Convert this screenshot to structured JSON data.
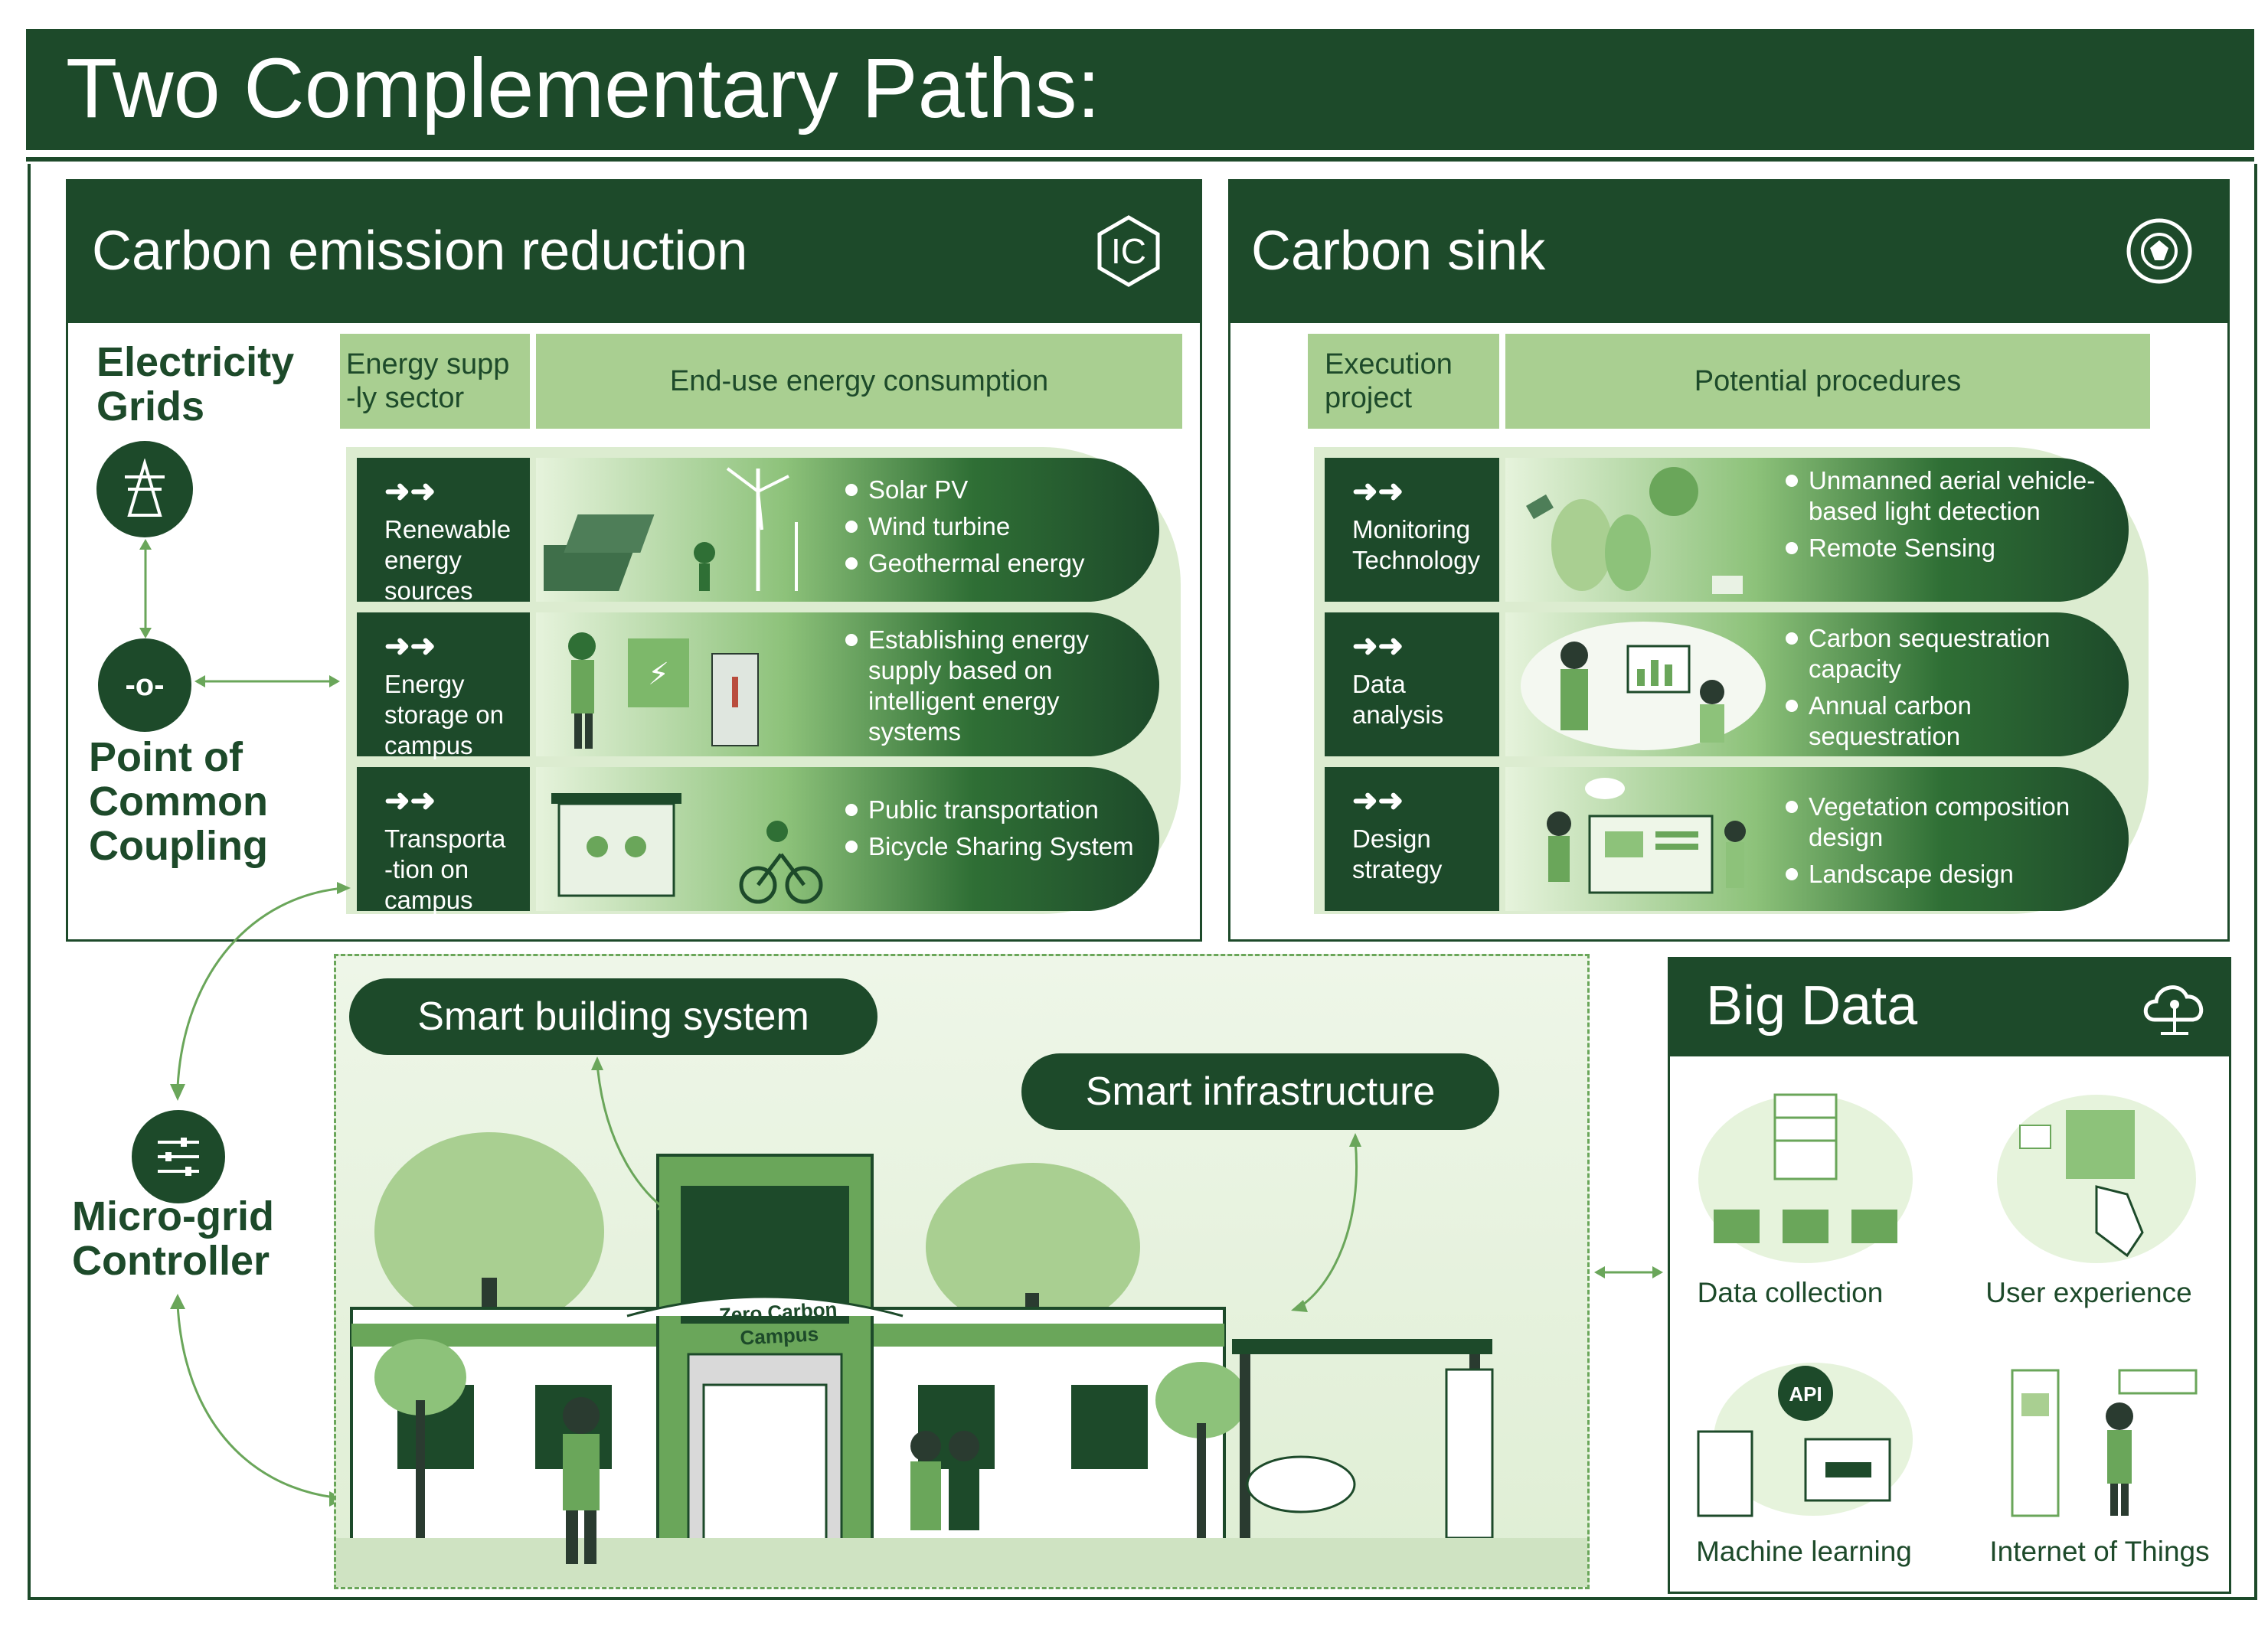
{
  "header": {
    "title": "Two Complementary Paths:"
  },
  "carbon_reduction": {
    "title": "Carbon emission reduction",
    "icon": "carbon-reduction-c-icon",
    "col_head_1": "Energy supp\n-ly sector",
    "col_head_2": "End-use energy consumption",
    "rows": [
      {
        "label": "Renewable energy sources",
        "bullets": [
          "Solar PV",
          "Wind turbine",
          "Geothermal energy"
        ]
      },
      {
        "label": "Energy storage on campus",
        "bullets": [
          "Establishing energy supply based on intelligent energy systems"
        ]
      },
      {
        "label": "Transporta -tion on campus",
        "bullets": [
          "Public transportation",
          "Bicycle Sharing System"
        ]
      }
    ]
  },
  "carbon_sink": {
    "title": "Carbon sink",
    "icon": "carbon-sink-globe-icon",
    "col_head_1": "Execution project",
    "col_head_2": "Potential procedures",
    "rows": [
      {
        "label": "Monitoring Technology",
        "bullets": [
          "Unmanned aerial vehicle-based light detection",
          "Remote Sensing"
        ]
      },
      {
        "label": "Data analysis",
        "bullets": [
          "Carbon sequestration capacity",
          "Annual carbon sequestration"
        ]
      },
      {
        "label": "Design strategy",
        "bullets": [
          "Vegetation composition design",
          "Landscape design"
        ]
      }
    ]
  },
  "left_column": {
    "electricity_grids": "Electricity Grids",
    "pcc": "Point of Common Coupling",
    "pcc_symbol": "-o-",
    "microgrid": "Micro-grid Controller"
  },
  "campus": {
    "smart_building": "Smart building system",
    "smart_infrastructure": "Smart infrastructure",
    "sign": "Zero Carbon Campus"
  },
  "big_data": {
    "title": "Big Data",
    "icon": "cloud-icon",
    "items": [
      "Data collection",
      "User experience",
      "Machine learning",
      "Internet of Things"
    ]
  },
  "colors": {
    "dark_green": "#1d4a2a",
    "light_green": "#a9cf91",
    "pale_green": "#e6f3dc"
  }
}
